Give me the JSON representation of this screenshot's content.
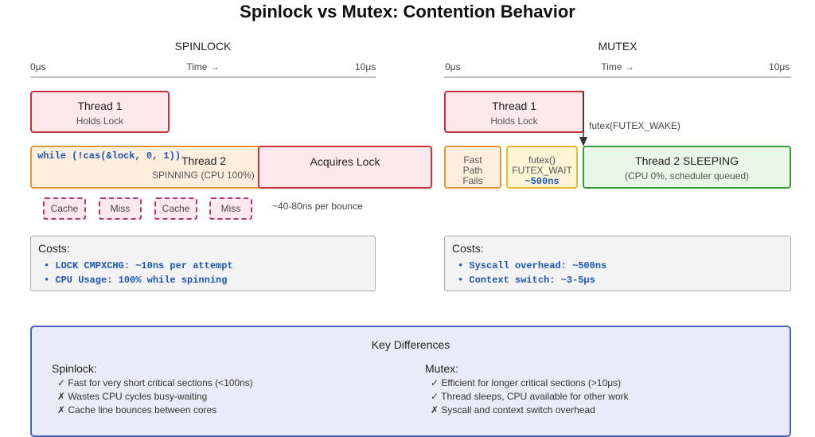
{
  "title": "Spinlock vs Mutex: Contention Behavior",
  "spinlock": {
    "heading": "SPINLOCK",
    "axis": {
      "start": "0μs",
      "label": "Time →",
      "end": "10μs"
    },
    "thread1": {
      "name": "Thread 1",
      "state": "Holds Lock"
    },
    "thread2": {
      "code": "while (!cas(&lock, 0, 1))",
      "name": "Thread 2",
      "state": "SPINNING (CPU 100%)"
    },
    "acquires": "Acquires Lock",
    "cache_cells": [
      "Cache",
      "Miss",
      "Cache",
      "Miss"
    ],
    "bounce_note": "~40-80ns per bounce",
    "costs": {
      "title": "Costs:",
      "items": [
        "• LOCK CMPXCHG: ~10ns per attempt",
        "• CPU Usage: 100% while spinning"
      ]
    }
  },
  "mutex": {
    "heading": "MUTEX",
    "axis": {
      "start": "0μs",
      "label": "Time →",
      "end": "10μs"
    },
    "thread1": {
      "name": "Thread 1",
      "state": "Holds Lock"
    },
    "wake_label": "futex(FUTEX_WAKE)",
    "fast_path": [
      "Fast",
      "Path",
      "Fails"
    ],
    "futex_wait": {
      "line1": "futex()",
      "line2": "FUTEX_WAIT",
      "cost": "~500ns"
    },
    "thread2": {
      "name": "Thread 2 SLEEPING",
      "state": "(CPU 0%, scheduler queued)"
    },
    "costs": {
      "title": "Costs:",
      "items": [
        "• Syscall overhead: ~500ns",
        "• Context switch: ~3-5μs"
      ]
    }
  },
  "key_differences": {
    "title": "Key Differences",
    "spinlock": {
      "heading": "Spinlock:",
      "items": [
        "✓ Fast for very short critical sections (<100ns)",
        "✗ Wastes CPU cycles busy-waiting",
        "✗ Cache line bounces between cores"
      ]
    },
    "mutex": {
      "heading": "Mutex:",
      "items": [
        "✓ Efficient for longer critical sections (>10μs)",
        "✓ Thread sleeps, CPU available for other work",
        "✗ Syscall and context switch overhead"
      ]
    }
  },
  "colors": {
    "lock_border": "#c8323c",
    "lock_fill": "#fde8ec",
    "spin_border": "#e8963a",
    "spin_fill": "#fdeedd",
    "sleep_border": "#3e9a3e",
    "sleep_fill": "#e8f6e8",
    "futex_border": "#e8b92c",
    "futex_fill": "#fdf4d6",
    "cache_border": "#b2386f",
    "code_blue": "#1a55b8",
    "key_border": "#4a5fc1",
    "key_fill": "#e9ecf8"
  }
}
